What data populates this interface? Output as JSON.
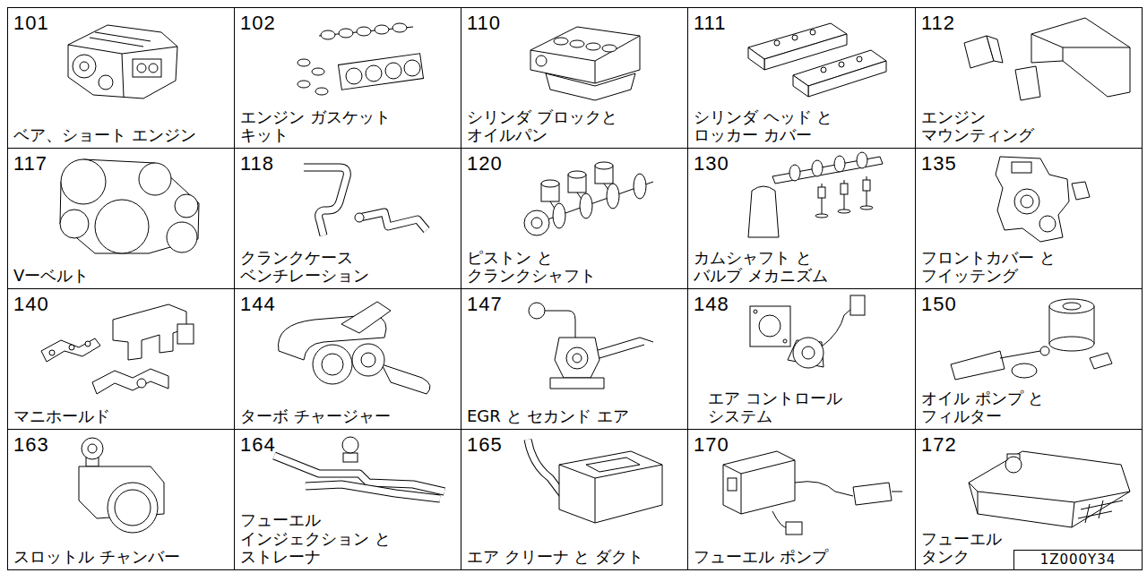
{
  "diagram": {
    "nodes": [
      {
        "text": [
          "101",
          "ベア、ショート エンジン"
        ]
      },
      {
        "text": [
          "102",
          "エンジン ガスケット キット"
        ]
      },
      {
        "text": [
          "110",
          "シリンダ ブロックと オイルパン"
        ]
      },
      {
        "text": [
          "111",
          "シリンダ ヘッド と ロッカー カバー"
        ]
      },
      {
        "text": [
          "112",
          "エンジン マウンティング"
        ]
      },
      {
        "text": [
          "117",
          "Vーベルト"
        ]
      },
      {
        "text": [
          "118",
          "クランクケース ベンチレーション"
        ]
      },
      {
        "text": [
          "120",
          "ピストン と クランクシャフト"
        ]
      },
      {
        "text": [
          "130",
          "カムシャフト と バルブ メカニズム"
        ]
      },
      {
        "text": [
          "135",
          "フロントカバー と フイッテング"
        ]
      },
      {
        "text": [
          "140",
          "マニホールド"
        ]
      },
      {
        "text": [
          "144",
          "ターボ チャージャー"
        ]
      },
      {
        "text": [
          "147",
          "EGR と セカンド エア"
        ]
      },
      {
        "text": [
          "148",
          "エア コントロール システム"
        ]
      },
      {
        "text": [
          "150",
          "オイル ポンプ と フィルター"
        ]
      },
      {
        "text": [
          "163",
          "スロットル チャンバー"
        ]
      },
      {
        "text": [
          "164",
          "フューエル インジェクション と ストレーナ"
        ]
      },
      {
        "text": [
          "165",
          "エア クリーナ と ダクト"
        ]
      },
      {
        "text": [
          "170",
          "フューエル ポンプ"
        ]
      },
      {
        "text": [
          "172",
          "フューエル タンク"
        ]
      },
      {
        "text": [
          "1Z000Y34"
        ],
        "in": 19
      }
    ]
  }
}
